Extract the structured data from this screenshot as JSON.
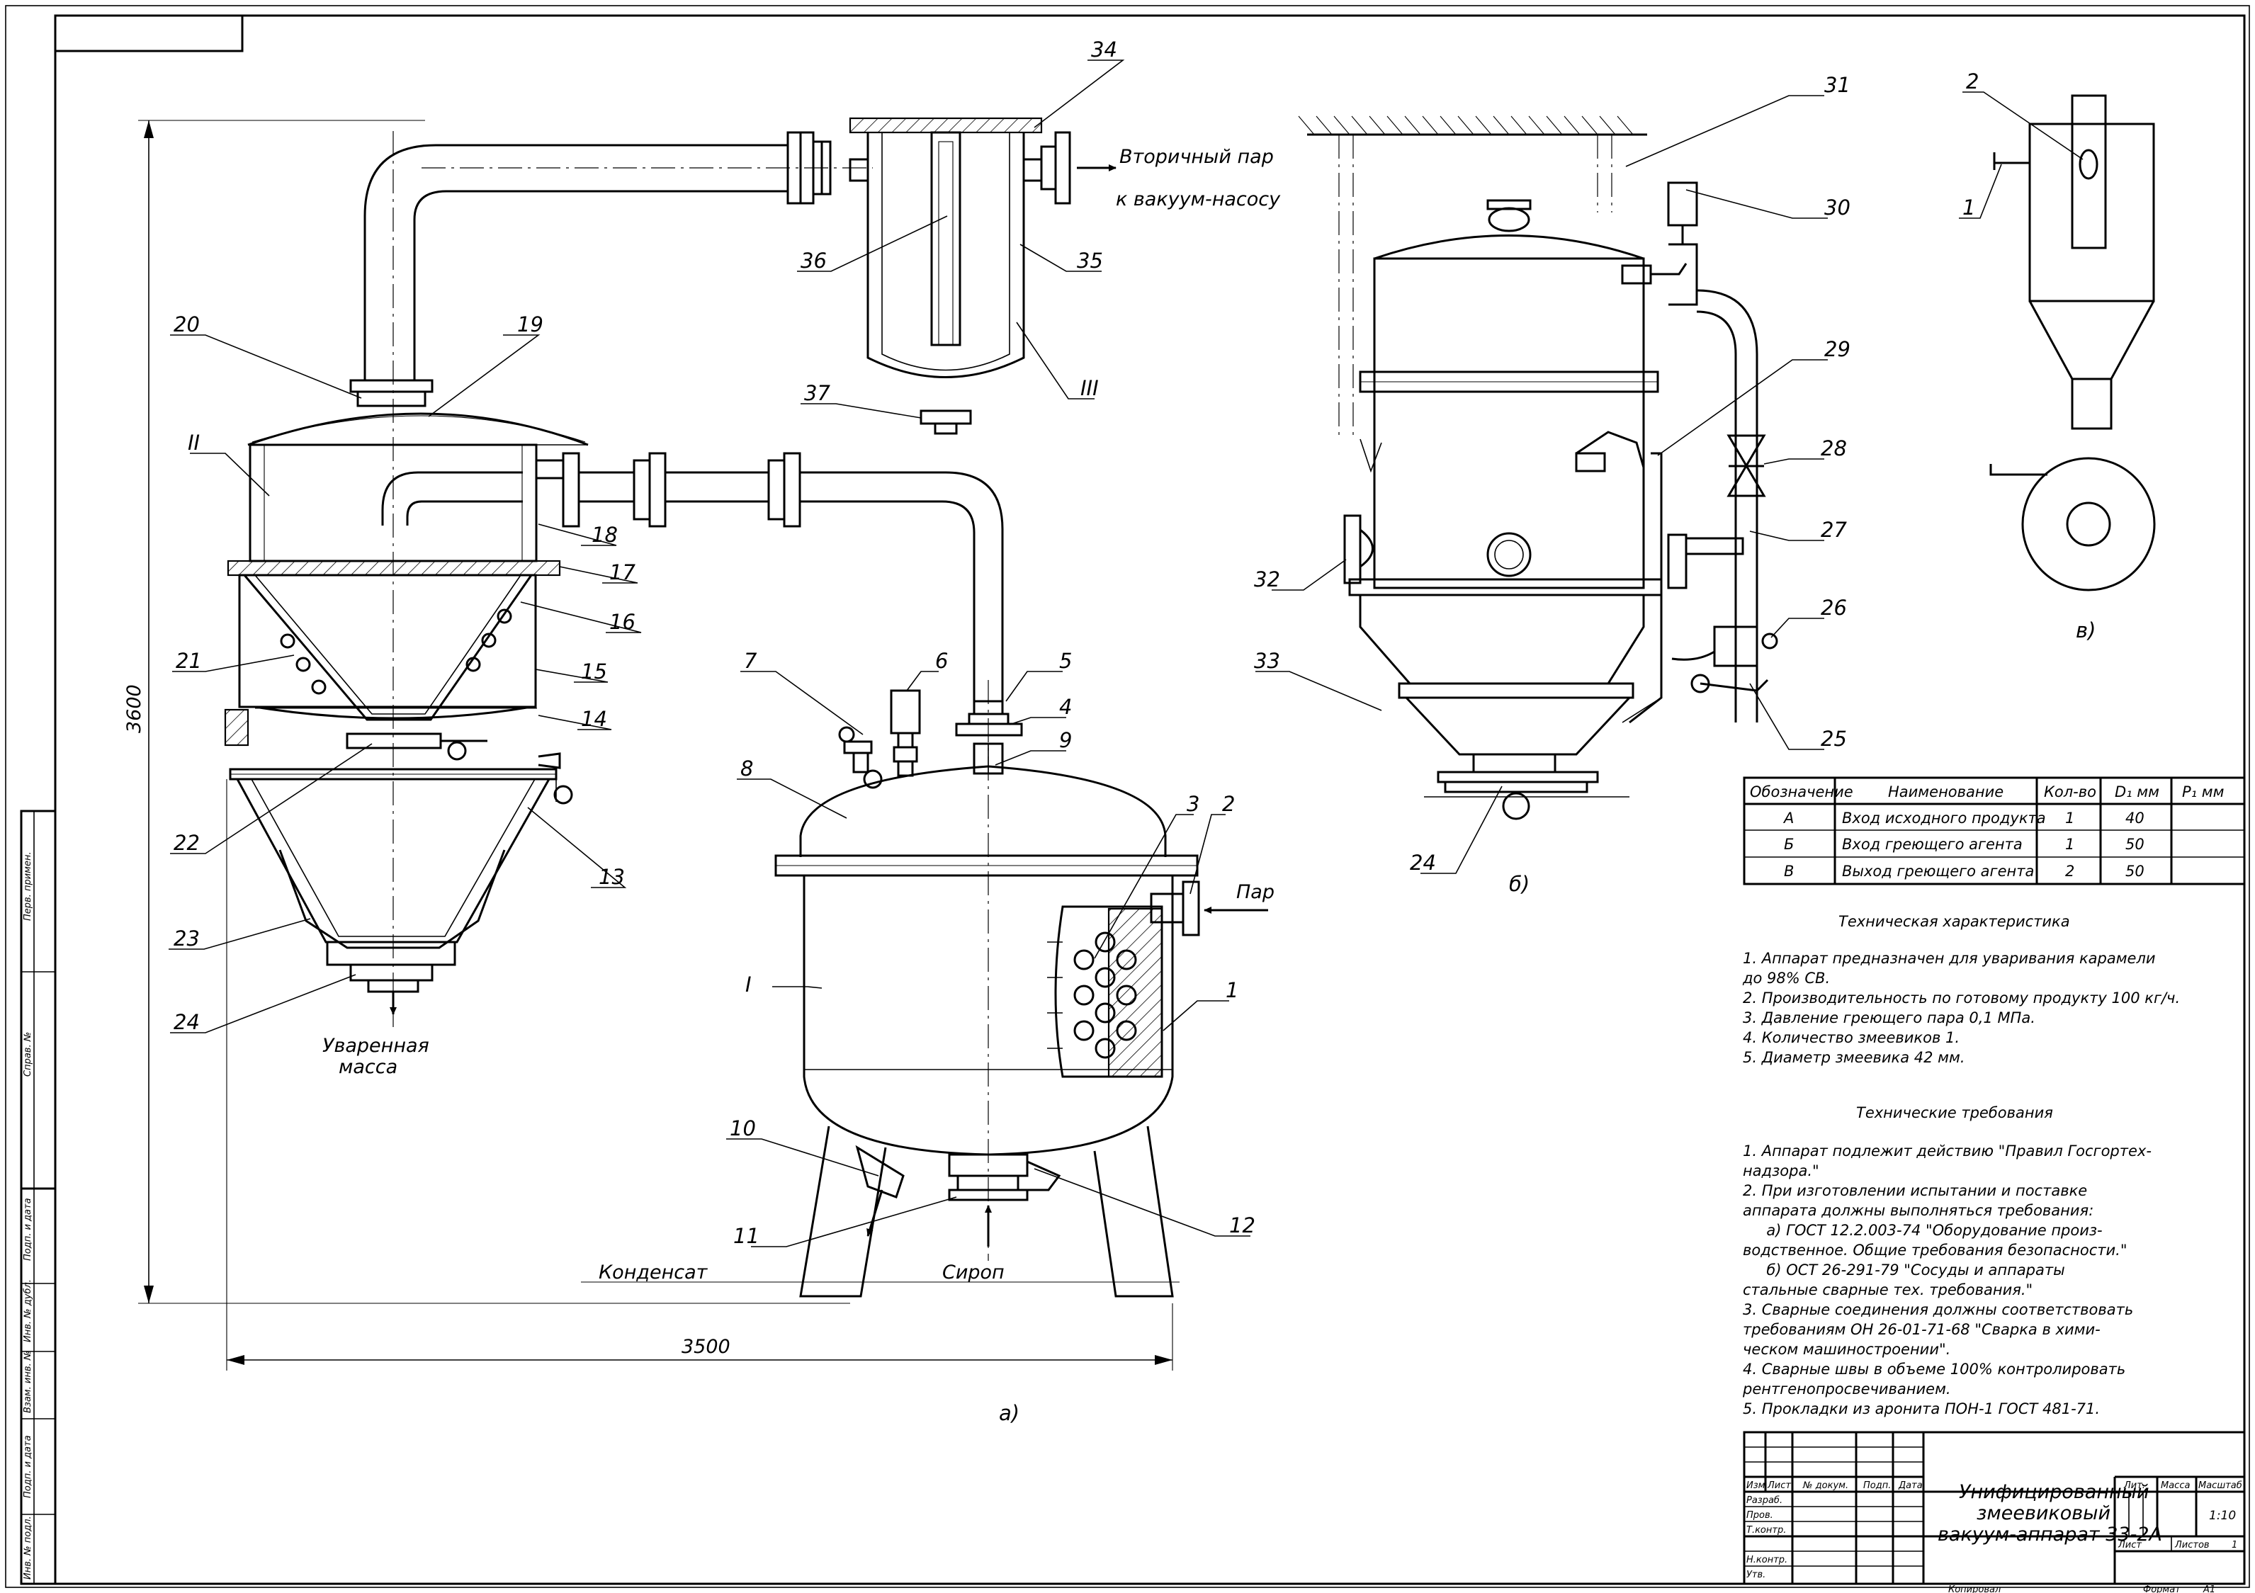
{
  "drawing": {
    "view_a": "а)",
    "view_b": "б)",
    "view_v": "в)",
    "dims": {
      "height": "3600",
      "width": "3500"
    },
    "flows": {
      "vapor_1": "Вторичный пар",
      "vapor_2": "к вакуум-насосу",
      "steam": "Пар",
      "condensate": "Конденсат",
      "syrup": "Сироп",
      "product_1": "Уваренная",
      "product_2": "масса"
    },
    "roman": [
      "I",
      "II",
      "III"
    ],
    "positions_a": [
      "1",
      "2",
      "3",
      "4",
      "5",
      "6",
      "7",
      "8",
      "9",
      "10",
      "11",
      "12",
      "13",
      "14",
      "15",
      "16",
      "17",
      "18",
      "19",
      "20",
      "21",
      "22",
      "23",
      "24",
      "34",
      "35",
      "36",
      "37"
    ],
    "positions_b": [
      "24",
      "25",
      "26",
      "27",
      "28",
      "29",
      "30",
      "31",
      "32",
      "33"
    ],
    "positions_v": [
      "1",
      "2"
    ]
  },
  "spec_table": {
    "headers": [
      "Обозначение",
      "Наименование",
      "Кол-во",
      "D₁ мм",
      "P₁ мм"
    ],
    "rows": [
      [
        "А",
        "Вход исходного продукта",
        "1",
        "40",
        ""
      ],
      [
        "Б",
        "Вход греющего агента",
        "1",
        "50",
        ""
      ],
      [
        "В",
        "Выход греющего агента",
        "2",
        "50",
        ""
      ]
    ]
  },
  "tech_char": {
    "title": "Техническая характеристика",
    "lines": [
      "1. Аппарат предназначен для уваривания карамели",
      "до 98% СВ.",
      "2. Производительность по готовому продукту 100 кг/ч.",
      "3. Давление греющего пара 0,1 МПа.",
      "4. Количество змеевиков 1.",
      "5. Диаметр змеевика 42 мм."
    ]
  },
  "tech_req": {
    "title": "Технические требования",
    "lines": [
      "1. Аппарат подлежит действию \"Правил Госгортех-",
      "надзора.\"",
      "2. При изготовлении испытании и поставке",
      "аппарата должны выполняться требования:",
      "     а) ГОСТ 12.2.003-74 \"Оборудование произ-",
      "водственное. Общие требования безопасности.\"",
      "     б) ОСТ 26-291-79 \"Сосуды и аппараты",
      "стальные сварные тех. требования.\"",
      "3. Сварные соединения должны соответствовать",
      "требованиям ОН 26-01-71-68 \"Сварка в хими-",
      "ческом машиностроении\".",
      "4. Сварные швы в объеме 100% контролировать",
      "рентгенопросвечиванием.",
      "5. Прокладки из аронита ПОН-1 ГОСТ 481-71."
    ]
  },
  "title_block": {
    "title_lines": [
      "Унифицированный",
      "змеевиковый",
      "вакуум-аппарат 33-2А"
    ],
    "col_headers": [
      "Изм",
      "Лист",
      "№ докум.",
      "Подп.",
      "Дата"
    ],
    "roles": [
      "Разраб.",
      "Пров.",
      "Т.контр.",
      "",
      "Н.контр.",
      "Утв."
    ],
    "lit": "Лит.",
    "mass": "Масса",
    "scale": "Масштаб",
    "scale_val": "1:10",
    "sheet": "Лист",
    "sheets": "Листов",
    "sheets_val": "1",
    "copied": "Копировал",
    "format": "Формат",
    "format_val": "А1"
  },
  "side_stamp": [
    "Перв. примен.",
    "Справ. №",
    "Подп. и дата",
    "Инв. № дубл.",
    "Взам. инв. №",
    "Подп. и дата",
    "Инв. № подл."
  ]
}
